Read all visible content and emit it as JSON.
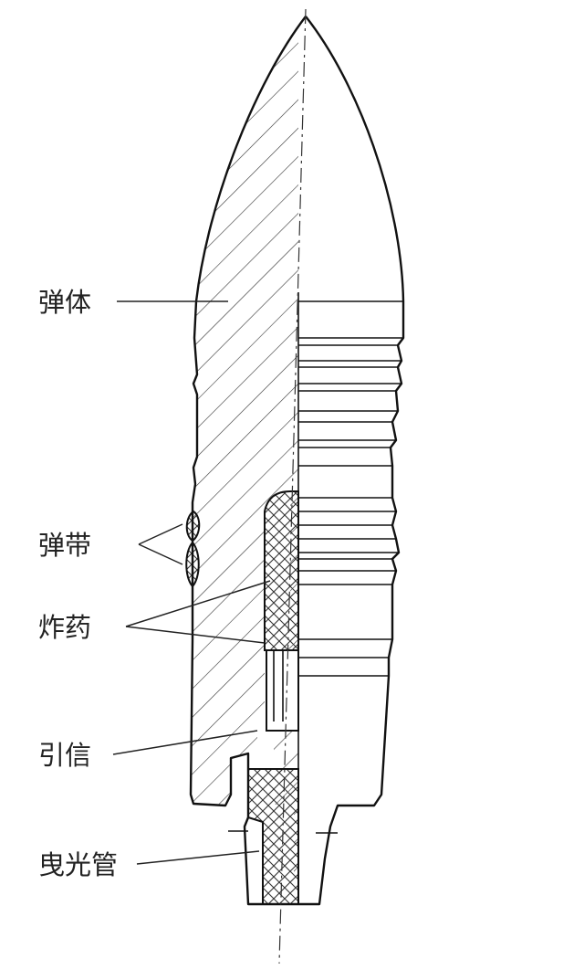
{
  "labels": {
    "body": "弹体",
    "band": "弹带",
    "charge": "炸药",
    "fuze": "引信",
    "tracer": "曳光管"
  },
  "colors": {
    "line": "#111111",
    "background": "#ffffff"
  }
}
